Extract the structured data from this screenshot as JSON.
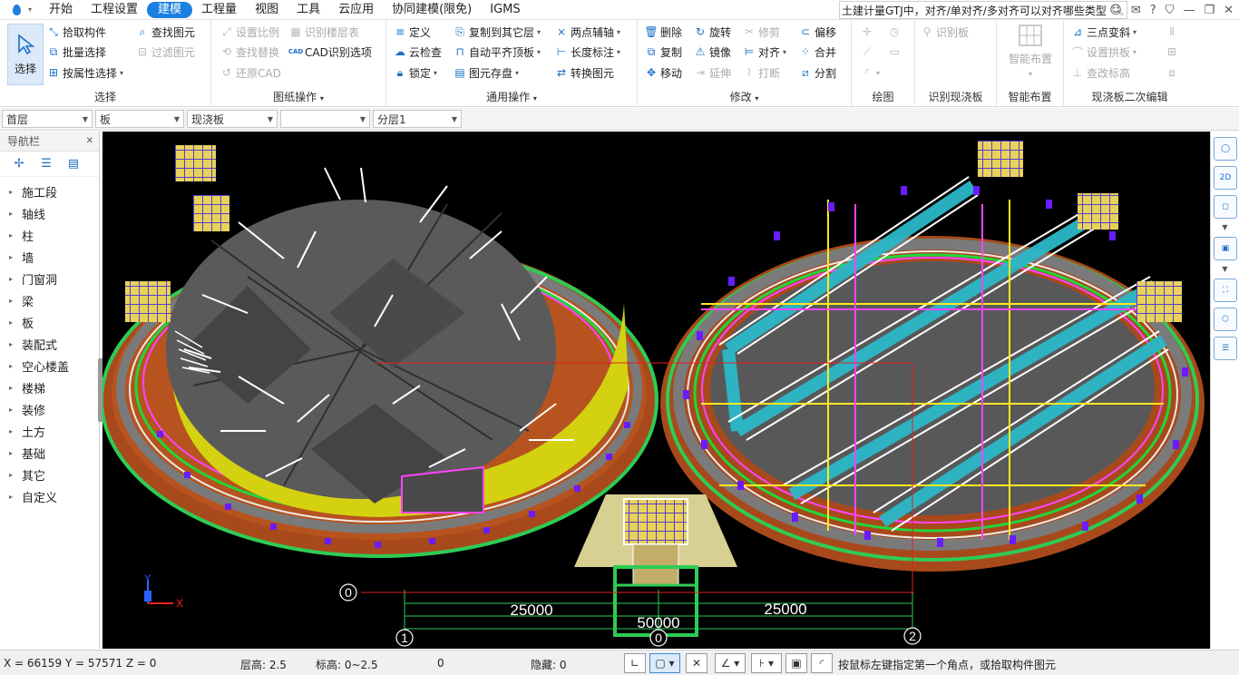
{
  "menu": {
    "items": [
      "开始",
      "工程设置",
      "建模",
      "工程量",
      "视图",
      "工具",
      "云应用",
      "协同建模(限免)",
      "IGMS"
    ],
    "active_index": 2,
    "search_text": "土建计量GTJ中，对齐/单对齐/多对齐可以对齐哪些类型"
  },
  "ribbon": {
    "select_group": {
      "big_label": "选择",
      "pick_component": "拾取构件",
      "batch_select": "批量选择",
      "select_by_attr": "按属性选择",
      "find_element": "查找图元",
      "filter_element": "过滤图元",
      "label": "选择"
    },
    "drawing_group": {
      "set_ratio": "设置比例",
      "recognize_floor_table": "识别楼层表",
      "find_replace": "查找替换",
      "cad_options": "CAD识别选项",
      "restore_cad": "还原CAD",
      "label": "图纸操作"
    },
    "common_group": {
      "define": "定义",
      "copy_to_other_layer": "复制到其它层",
      "two_point_axis": "两点辅轴",
      "cloud_check": "云检查",
      "auto_flat_top": "自动平齐顶板",
      "length_annotation": "长度标注",
      "lock": "锁定",
      "element_save": "图元存盘",
      "convert_element": "转换图元",
      "label": "通用操作"
    },
    "modify_group": {
      "delete": "删除",
      "rotate": "旋转",
      "trim": "修剪",
      "offset": "偏移",
      "copy": "复制",
      "mirror": "镜像",
      "align": "对齐",
      "merge": "合并",
      "move": "移动",
      "extend": "延伸",
      "break": "打断",
      "split": "分割",
      "label": "修改"
    },
    "draw_group": {
      "label": "绘图"
    },
    "recognize_slab_group": {
      "recognize_slab": "识别板",
      "label": "识别现浇板"
    },
    "smart_layout_group": {
      "smart_layout": "智能布置",
      "label": "智能布置"
    },
    "slab_edit_group": {
      "three_point_slope": "三点变斜",
      "set_arch_slab": "设置拱板",
      "check_elevation": "查改标高",
      "label": "现浇板二次编辑"
    }
  },
  "selectors": {
    "floor": "首层",
    "category": "板",
    "type": "现浇板",
    "empty": "",
    "sublayer": "分层1"
  },
  "nav": {
    "title": "导航栏",
    "items": [
      "施工段",
      "轴线",
      "柱",
      "墙",
      "门窗洞",
      "梁",
      "板",
      "装配式",
      "空心楼盖",
      "楼梯",
      "装修",
      "土方",
      "基础",
      "其它",
      "自定义"
    ]
  },
  "canvas": {
    "dims": {
      "left_span": "25000",
      "right_span": "25000",
      "total_span": "50000"
    },
    "axis_marks": {
      "axis_1": "1",
      "axis_2": "2",
      "axis_0_bottom": "0",
      "axis_0_left": "0"
    },
    "ucs": {
      "x": "X",
      "y": "Y"
    }
  },
  "right_tools": [
    "2D"
  ],
  "status": {
    "coords": "X = 66159 Y = 57571 Z = 0",
    "floor_height": "层高:  2.5",
    "elevation": "标高:  0~2.5",
    "zero": "0",
    "hidden": "隐藏:  0",
    "hint": "按鼠标左键指定第一个角点，或拾取构件图元"
  }
}
